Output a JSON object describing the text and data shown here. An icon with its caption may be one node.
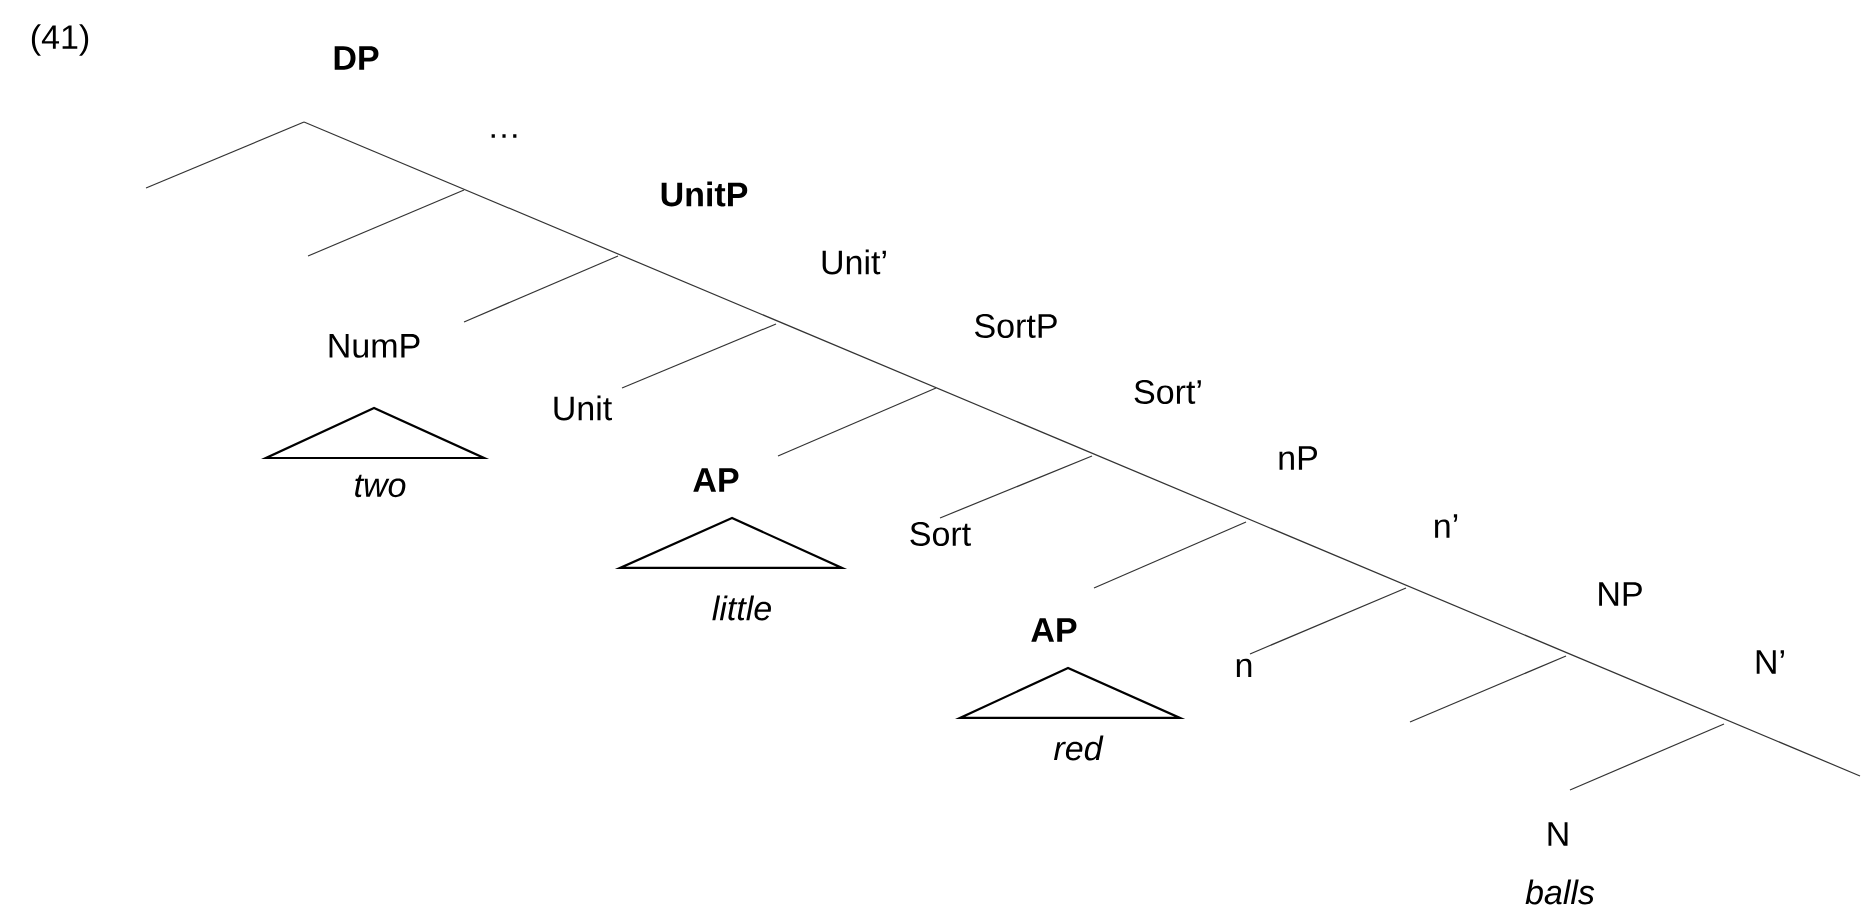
{
  "diagram": {
    "nodes": [
      {
        "text": [],
        "shape": "triangle",
        "beside": [
          "two"
        ]
      },
      {
        "text": [],
        "shape": "triangle",
        "beside": [
          "little"
        ]
      },
      {
        "text": [],
        "shape": "triangle",
        "beside": [
          "red"
        ]
      }
    ],
    "labels": [
      "(41)",
      "DP",
      "…",
      "UnitP",
      "Unit’",
      "NumP",
      "SortP",
      "Sort’",
      "Unit",
      "AP",
      "nP",
      "Sort",
      "n’",
      "AP",
      "NP",
      "n",
      "N’",
      "N",
      "balls"
    ]
  }
}
